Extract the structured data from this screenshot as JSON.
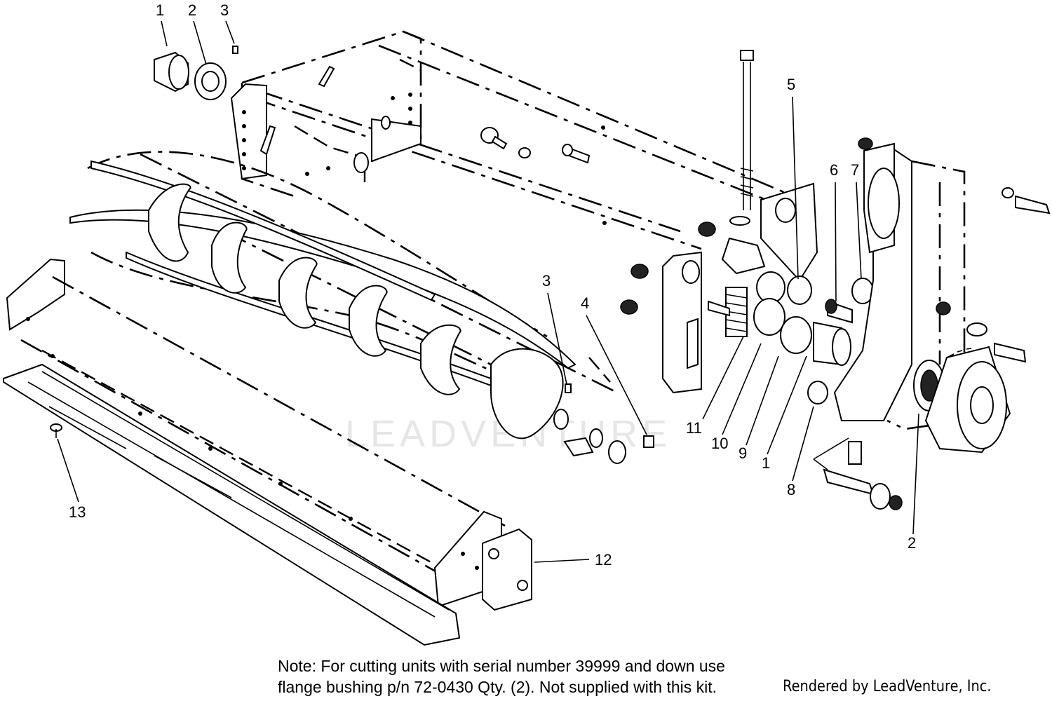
{
  "callouts": {
    "c1_top": "1",
    "c2_top": "2",
    "c3_top": "3",
    "c5": "5",
    "c6": "6",
    "c7": "7",
    "c3_mid": "3",
    "c4": "4",
    "c11": "11",
    "c10": "10",
    "c9": "9",
    "c1_mid": "1",
    "c8": "8",
    "c13": "13",
    "c12": "12",
    "c2_right": "2"
  },
  "note": {
    "line1": "Note: For cutting units with serial number 39999 and down use",
    "line2": "flange bushing p/n 72-0430 Qty. (2).  Not supplied with this kit."
  },
  "credit": "Rendered by LeadVenture, Inc.",
  "watermark": "LEADVENTURE"
}
